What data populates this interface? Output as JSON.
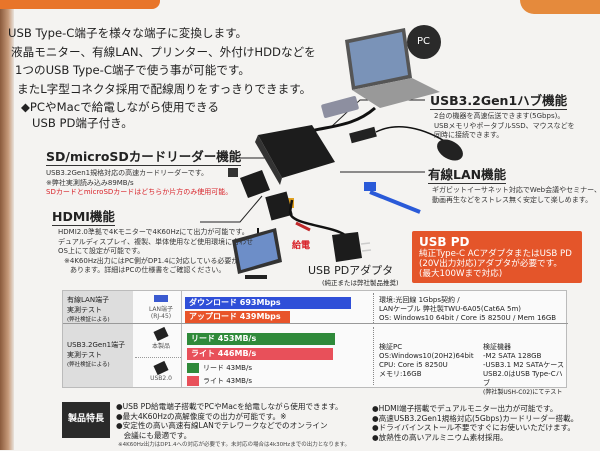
{
  "intro": [
    "USB Type-C端子を様々な端子に変換します。",
    "液晶モニター、有線LAN、プリンター、外付けHDDなどを",
    "1つのUSB Type-C端子で使う事が可能です。",
    "またL字型コネクタ採用で配線周りをすっきりできます。",
    "◆PCやMacで給電しながら使用できる",
    "USB PD端子付き。"
  ],
  "pc_label": "PC",
  "sd": {
    "title": "SD/microSDカードリーダー機能",
    "desc": [
      "USB3.2Gen1規格対応の高速カードリーダーです。",
      "※弊社実測読み込み89MB/s"
    ],
    "warn": "SDカードとmicroSDカードはどちらか片方のみ使用可能。"
  },
  "hdmi": {
    "title": "HDMI機能",
    "desc": [
      "HDMI2.0準拠で4Kモニターで4K60Hzにて出力が可能です。",
      "デュアルディスプレイ、複製、単体使用など使用環境に合わせ",
      "OS上にて設定が可能です。",
      "※4K60Hz出力にはPC側がDP1.4に対応している必要が",
      "あります。詳細はPCの仕様書をご確認ください。"
    ]
  },
  "hub": {
    "title": "USB3.2Gen1ハブ機能",
    "desc": [
      "2台の機器を高速伝送できます(5Gbps)。",
      "USBメモリやポータブルSSD、マウスなどを",
      "同時に接続できます。"
    ]
  },
  "lan": {
    "title": "有線LAN機能",
    "desc": [
      "ギガビットイーサネット対応でWeb会議やセミナー、",
      "動画再生などをストレス無く安定して楽しめます。"
    ]
  },
  "power_label": "給電",
  "adapter": {
    "title": "USB PDアダプタ",
    "sub": "(純正または弊社製品推奨)"
  },
  "usbpd": {
    "title": "USB PD",
    "desc": [
      "純正Type-C ACアダプタまたはUSB PD",
      "(20V出力対応)アダプタが必要です。",
      "(最大100Wまで対応)"
    ]
  },
  "table": {
    "lan": {
      "header": [
        "有線LAN端子",
        "実測テスト",
        "(弊社検証による)"
      ],
      "port": [
        "LAN端子",
        "(RJ-45)"
      ],
      "download": "ダウンロード 693Mbps",
      "upload": "アップロード 439Mbps",
      "env": [
        "環境:光回線 1Gbps契約 /",
        "LANケーブル 弊社製TWU-6A05(Cat6A 5m)",
        "OS: Windows10 64bit / Core i5 8250U / Mem 16GB"
      ]
    },
    "usb": {
      "header": [
        "USB3.2Gen1端子",
        "実測テスト",
        "(弊社検証による)"
      ],
      "product_label": "本製品",
      "usb2_label": "USB2.0",
      "read": "リード 453MB/s",
      "write": "ライト 446MB/s",
      "read2": "リード 43MB/s",
      "write2": "ライト 43MB/s",
      "pc": [
        "検証PC",
        "OS:Windows10(20H2)64bit",
        "CPU: Core i5 8250U",
        "メモリ:16GB"
      ],
      "device": [
        "検証機器",
        "-M2 SATA 128GB",
        "-USB3.1 M2 SATAケース",
        "USB2.0はUSB Type-Cハブ",
        "(弊社製USH-C02)にてテスト"
      ]
    },
    "bar_colors": {
      "download": "#2f4fd8",
      "upload": "#e8542a",
      "read": "#2f8a3a",
      "write": "#e8505a"
    },
    "values": {
      "download_mbps": 693,
      "upload_mbps": 439,
      "read_mbs": 453,
      "write_mbs": 446,
      "read2_mbs": 43,
      "write2_mbs": 43
    }
  },
  "features": {
    "label": "製品特長",
    "left": [
      "●USB PD給電端子搭載でPCやMacを給電しながら使用できます。",
      "●最大4K60Hzの高解像度での出力が可能です。※",
      "●安定性の高い高速有線LANでテレワークなどでのオンライン",
      "　会議にも最適です。"
    ],
    "right": [
      "●HDMI端子搭載でデュアルモニター出力が可能です。",
      "●高速USB3.2Gen1規格対応(5Gbps)カードリーダー搭載。",
      "●ドライバインストール不要ですぐにお使いいただけます。",
      "●放熱性の高いアルミニウム素材採用。"
    ],
    "note": "※4K60Hz出力はDP1.4への対応が必要です。未対応の場合は4k30Hzまでの出力となります。"
  }
}
